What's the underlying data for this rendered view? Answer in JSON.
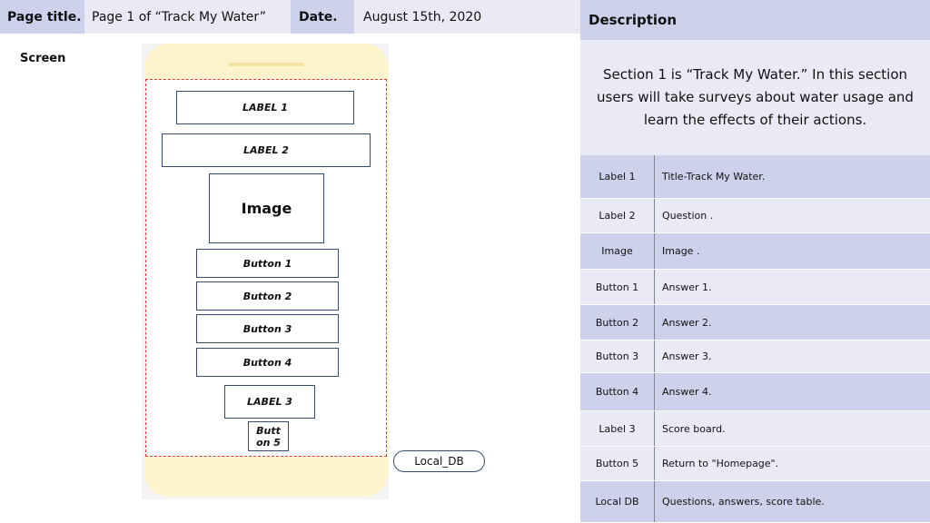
{
  "header": {
    "page_title_label": "Page title.",
    "page_title_value": "Page 1 of “Track My Water”",
    "date_label": "Date.",
    "date_value": "August 15th, 2020"
  },
  "screen_label": "Screen",
  "phone": {
    "label1": "LABEL 1",
    "label2": "LABEL 2",
    "image": "Image",
    "button1": "Button 1",
    "button2": "Button 2",
    "button3": "Button 3",
    "button4": "Button 4",
    "label3": "LABEL 3",
    "button5_line1": "Butt",
    "button5_line2": "on 5"
  },
  "local_db": "Local_DB",
  "description": {
    "heading": "Description",
    "text": "Section 1 is “Track My Water.” In this section users will take surveys about water usage and learn the effects of their actions.",
    "rows": [
      {
        "key": "Label 1",
        "value": "Title-Track My Water."
      },
      {
        "key": "Label 2",
        "value": "Question ."
      },
      {
        "key": "Image",
        "value": "Image ."
      },
      {
        "key": "Button 1",
        "value": "Answer 1."
      },
      {
        "key": "Button 2",
        "value": "Answer 2."
      },
      {
        "key": "Button 3",
        "value": "Answer 3."
      },
      {
        "key": "Button 4",
        "value": "Answer 4."
      },
      {
        "key": "Label 3",
        "value": "Score board."
      },
      {
        "key": "Button 5",
        "value": "Return to \"Homepage\"."
      },
      {
        "key": "Local DB",
        "value": "Questions, answers, score table."
      }
    ]
  },
  "colors": {
    "header_dark": "#cdd1ec",
    "header_light": "#e9eaf6",
    "phone_body": "#fdf3cd",
    "screen_border": "#e23a3a"
  }
}
